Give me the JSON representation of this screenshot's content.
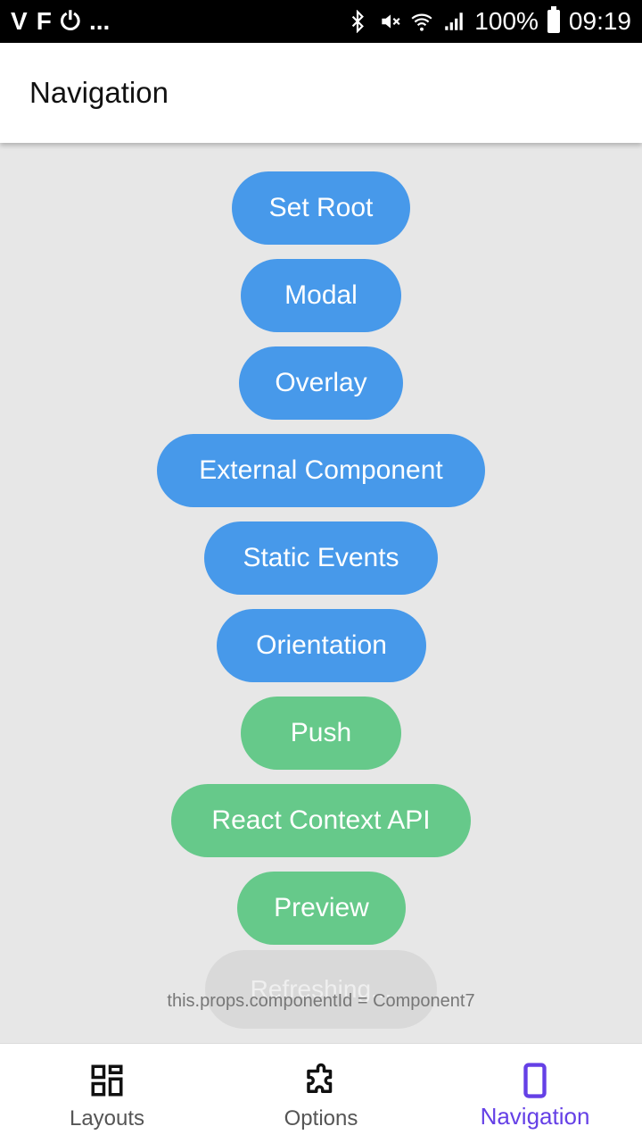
{
  "status_bar": {
    "left_icons": [
      "V",
      "F",
      "⏻",
      "..."
    ],
    "battery": "100%",
    "time": "09:19"
  },
  "app_bar": {
    "title": "Navigation"
  },
  "buttons": [
    {
      "label": "Set Root",
      "color": "blue"
    },
    {
      "label": "Modal",
      "color": "blue"
    },
    {
      "label": "Overlay",
      "color": "blue"
    },
    {
      "label": "External Component",
      "color": "blue"
    },
    {
      "label": "Static Events",
      "color": "blue"
    },
    {
      "label": "Orientation",
      "color": "blue"
    },
    {
      "label": "Push",
      "color": "green"
    },
    {
      "label": "React Context API",
      "color": "green"
    },
    {
      "label": "Preview",
      "color": "green"
    },
    {
      "label": "Refreshing...",
      "color": "gray"
    }
  ],
  "footer_text": "this.props.componentId = Component7",
  "colors": {
    "blue": "#4799ea",
    "green": "#66c98a",
    "active_tab": "#6540e6",
    "background": "#e7e7e7"
  },
  "bottom_nav": {
    "tabs": [
      {
        "label": "Layouts",
        "icon": "layouts-grid-icon",
        "active": false
      },
      {
        "label": "Options",
        "icon": "puzzle-icon",
        "active": false
      },
      {
        "label": "Navigation",
        "icon": "phone-icon",
        "active": true
      }
    ]
  }
}
